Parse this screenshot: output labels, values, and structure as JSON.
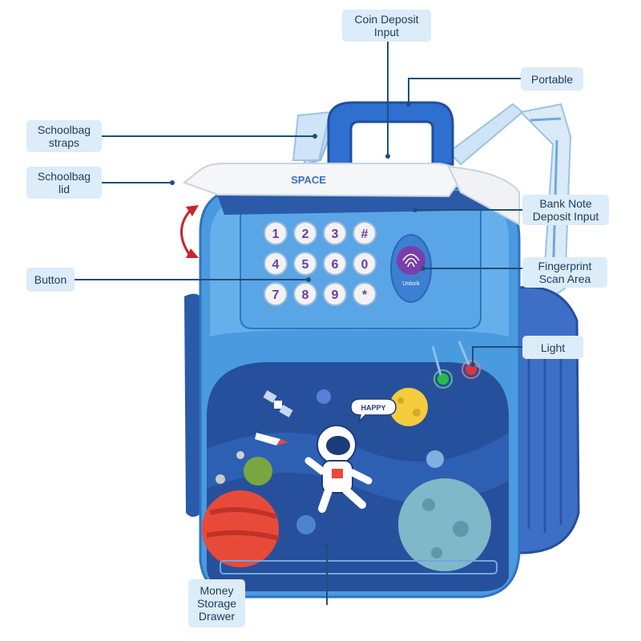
{
  "labels": {
    "coin_deposit": "Coin Deposit\nInput",
    "portable": "Portable",
    "schoolbag_straps": "Schoolbag\nstraps",
    "schoolbag_lid": "Schoolbag\nlid",
    "bank_note": "Bank Note\nDeposit Input",
    "button": "Button",
    "fingerprint": "Fingerprint\nScan Area",
    "light": "Light",
    "money_drawer": "Money\nStorage\nDrawer"
  },
  "keypad_keys": [
    "1",
    "2",
    "3",
    "#",
    "4",
    "5",
    "6",
    "0",
    "7",
    "8",
    "9",
    "*"
  ],
  "fingerprint_text": "Unlock",
  "speech_bubble": "HAPPY",
  "lid_logo": "SPACE",
  "colors": {
    "callout_bg": "#dcecf8",
    "callout_text": "#1f3b5c",
    "leader_line": "#1f4f7a",
    "body_blue": "#3a8fd8",
    "dark_blue": "#1c4f9c",
    "lid_white": "#f4f6f8",
    "space_blue": "#2a5aa8",
    "arrow_red": "#c8262b"
  }
}
